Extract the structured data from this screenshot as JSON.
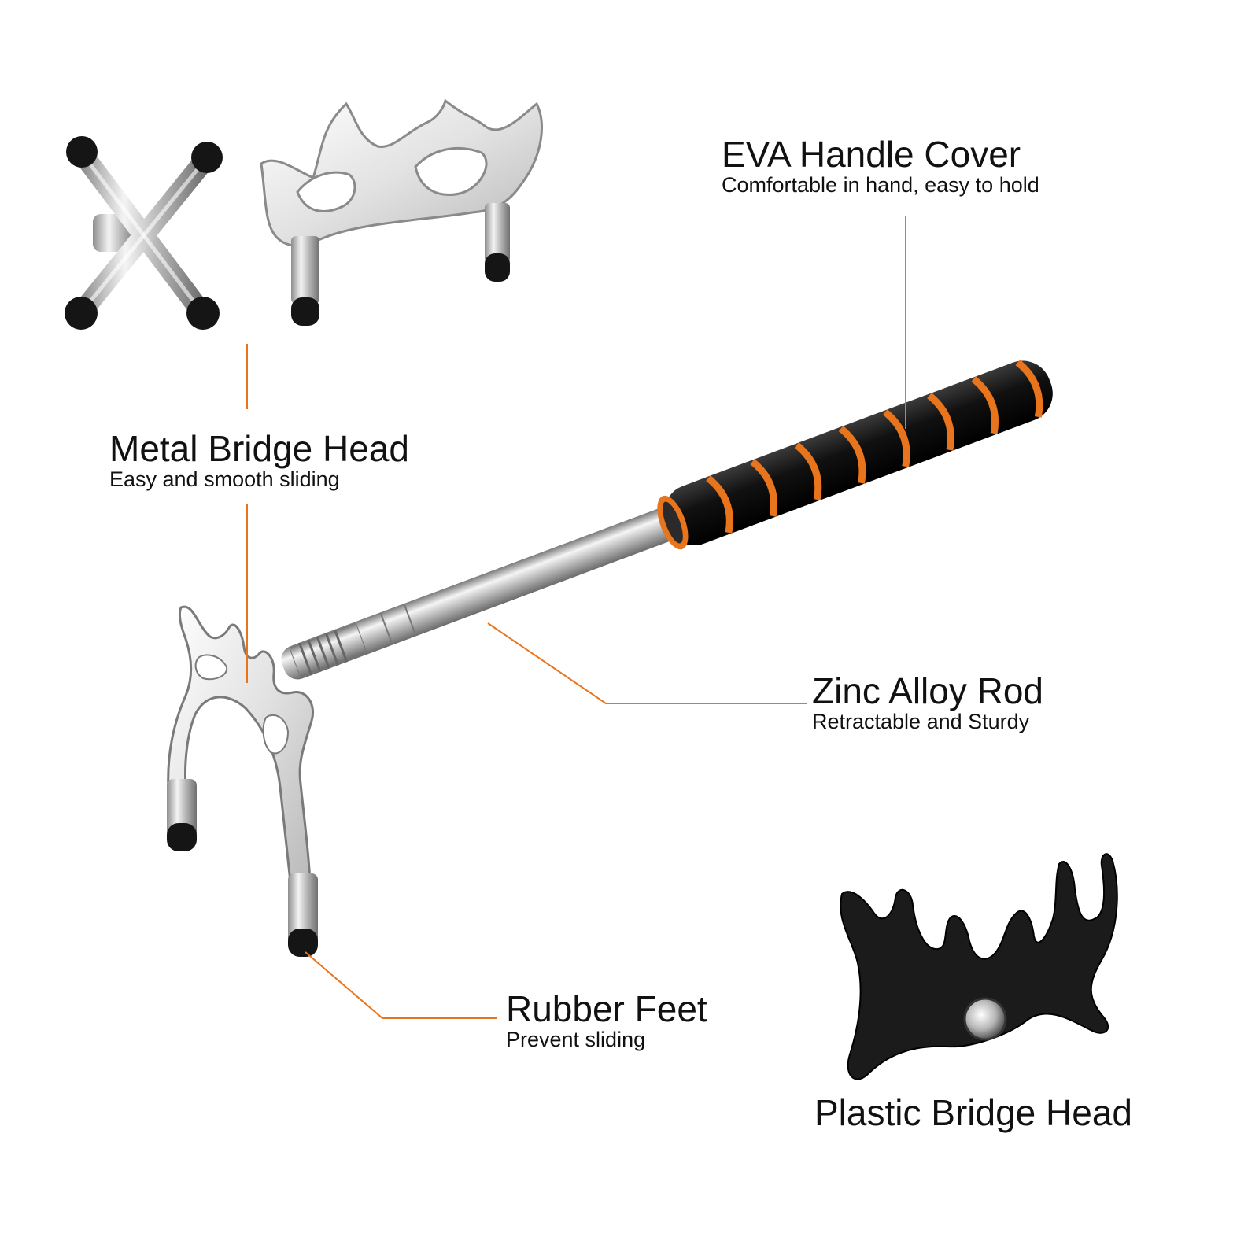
{
  "accent_color": "#e8741c",
  "callouts": {
    "eva": {
      "title": "EVA Handle Cover",
      "subtitle": "Comfortable in hand, easy to hold"
    },
    "metal": {
      "title": "Metal Bridge Head",
      "subtitle": "Easy and smooth sliding"
    },
    "zinc": {
      "title": "Zinc Alloy Rod",
      "subtitle": "Retractable and Sturdy"
    },
    "rubber": {
      "title": "Rubber Feet",
      "subtitle": "Prevent sliding"
    },
    "plastic": {
      "title": "Plastic Bridge Head"
    }
  },
  "illustrations": [
    "cross-bridge-head",
    "crown-bridge-head",
    "telescopic-bridge-stick",
    "plastic-bridge-head"
  ]
}
